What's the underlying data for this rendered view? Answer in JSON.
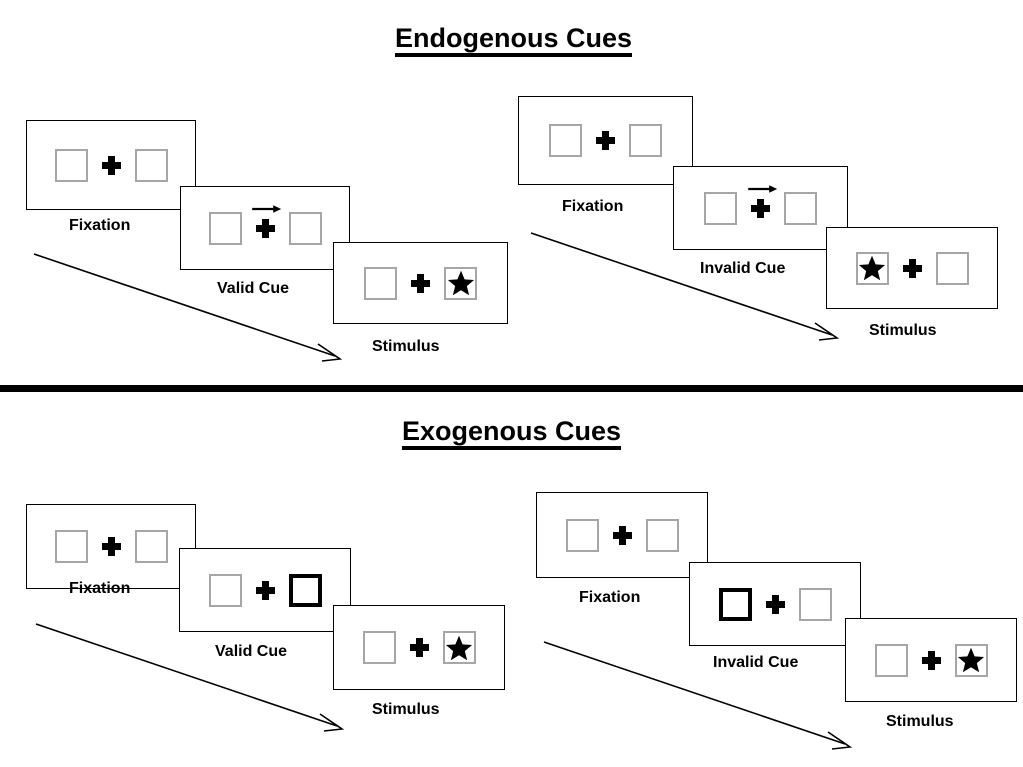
{
  "figure": {
    "title_endogenous": "Endogenous Cues",
    "title_exogenous": "Exogenous Cues",
    "colors": {
      "ink": "#000000",
      "slot_border": "#a6a6a6",
      "highlight_border": "#000000",
      "background": "#ffffff"
    }
  },
  "sections": [
    {
      "id": "endogenous",
      "title": "Endogenous Cues",
      "sequences": [
        {
          "id": "endogenous-valid",
          "frames": [
            {
              "label": "Fixation",
              "cue": "none",
              "left_content": "empty",
              "right_content": "empty",
              "highlight": "none"
            },
            {
              "label": "Valid Cue",
              "cue": "arrow-right",
              "left_content": "empty",
              "right_content": "empty",
              "highlight": "none"
            },
            {
              "label": "Stimulus",
              "cue": "none",
              "left_content": "empty",
              "right_content": "star",
              "highlight": "none"
            }
          ]
        },
        {
          "id": "endogenous-invalid",
          "frames": [
            {
              "label": "Fixation",
              "cue": "none",
              "left_content": "empty",
              "right_content": "empty",
              "highlight": "none"
            },
            {
              "label": "Invalid Cue",
              "cue": "arrow-right",
              "left_content": "empty",
              "right_content": "empty",
              "highlight": "none"
            },
            {
              "label": "Stimulus",
              "cue": "none",
              "left_content": "star",
              "right_content": "empty",
              "highlight": "none"
            }
          ]
        }
      ]
    },
    {
      "id": "exogenous",
      "title": "Exogenous Cues",
      "sequences": [
        {
          "id": "exogenous-valid",
          "frames": [
            {
              "label": "Fixation",
              "cue": "none",
              "left_content": "empty",
              "right_content": "empty",
              "highlight": "none"
            },
            {
              "label": "Valid Cue",
              "cue": "none",
              "left_content": "empty",
              "right_content": "empty",
              "highlight": "right"
            },
            {
              "label": "Stimulus",
              "cue": "none",
              "left_content": "empty",
              "right_content": "star",
              "highlight": "none"
            }
          ]
        },
        {
          "id": "exogenous-invalid",
          "frames": [
            {
              "label": "Fixation",
              "cue": "none",
              "left_content": "empty",
              "right_content": "empty",
              "highlight": "none"
            },
            {
              "label": "Invalid Cue",
              "cue": "none",
              "left_content": "empty",
              "right_content": "empty",
              "highlight": "left"
            },
            {
              "label": "Stimulus",
              "cue": "none",
              "left_content": "empty",
              "right_content": "star",
              "highlight": "none"
            }
          ]
        }
      ]
    }
  ],
  "labels": {
    "fixation": "Fixation",
    "valid_cue": "Valid Cue",
    "invalid_cue": "Invalid Cue",
    "stimulus": "Stimulus"
  },
  "icons": {
    "fixation_cross": "fixation-cross-icon",
    "cue_arrow": "arrow-right-icon",
    "target": "star-icon",
    "time_flow": "time-flow-arrow-icon"
  }
}
